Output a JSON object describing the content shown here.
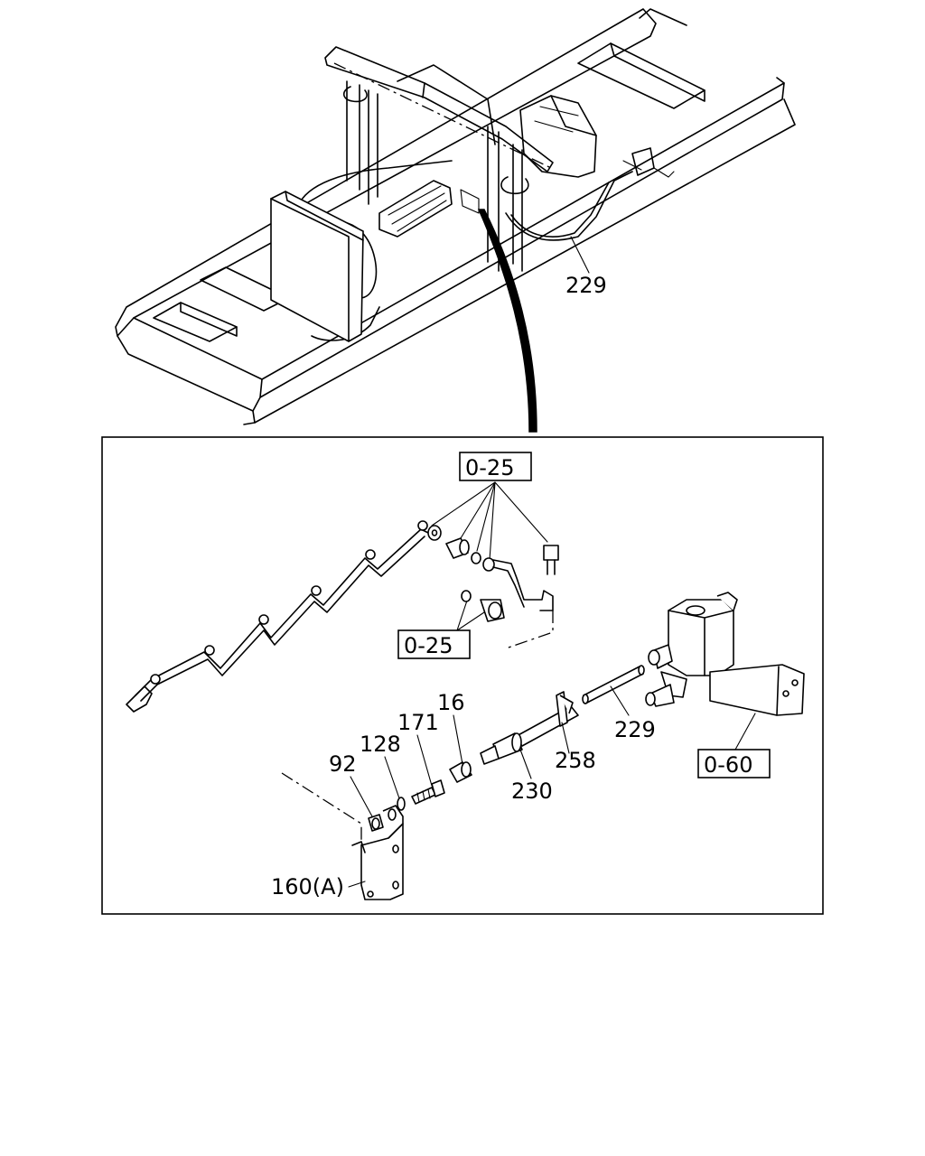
{
  "labels": {
    "overview_229": "229",
    "ref_top": "0-25",
    "ref_mid": "0-25",
    "ref_right": "0-60",
    "p16": "16",
    "p171": "171",
    "p128": "128",
    "p92": "92",
    "p229": "229",
    "p258": "258",
    "p230": "230",
    "p160": "160(A)"
  }
}
